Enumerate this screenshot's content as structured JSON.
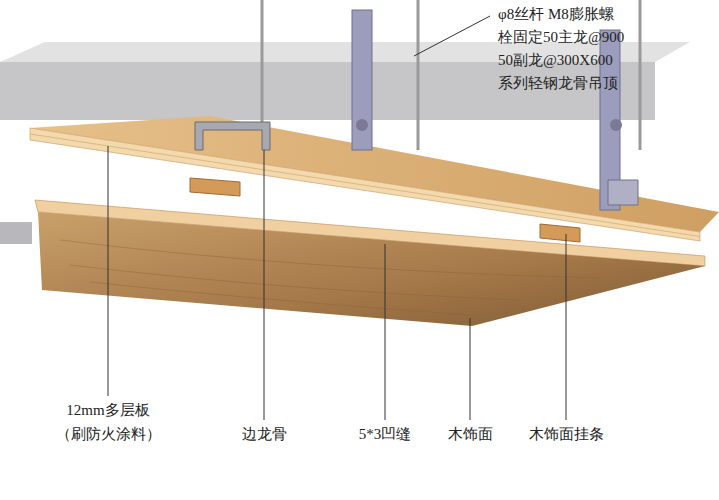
{
  "diagram": {
    "labels": [
      "φ8丝杆 M8膨胀螺",
      "栓固定50主龙@900",
      "50副龙@300X600",
      "系列轻钢龙骨吊顶",
      "12mm多层板",
      "（刷防火涂料）",
      "边龙骨",
      "5*3凹缝",
      "木饰面",
      "木饰面挂条"
    ]
  }
}
